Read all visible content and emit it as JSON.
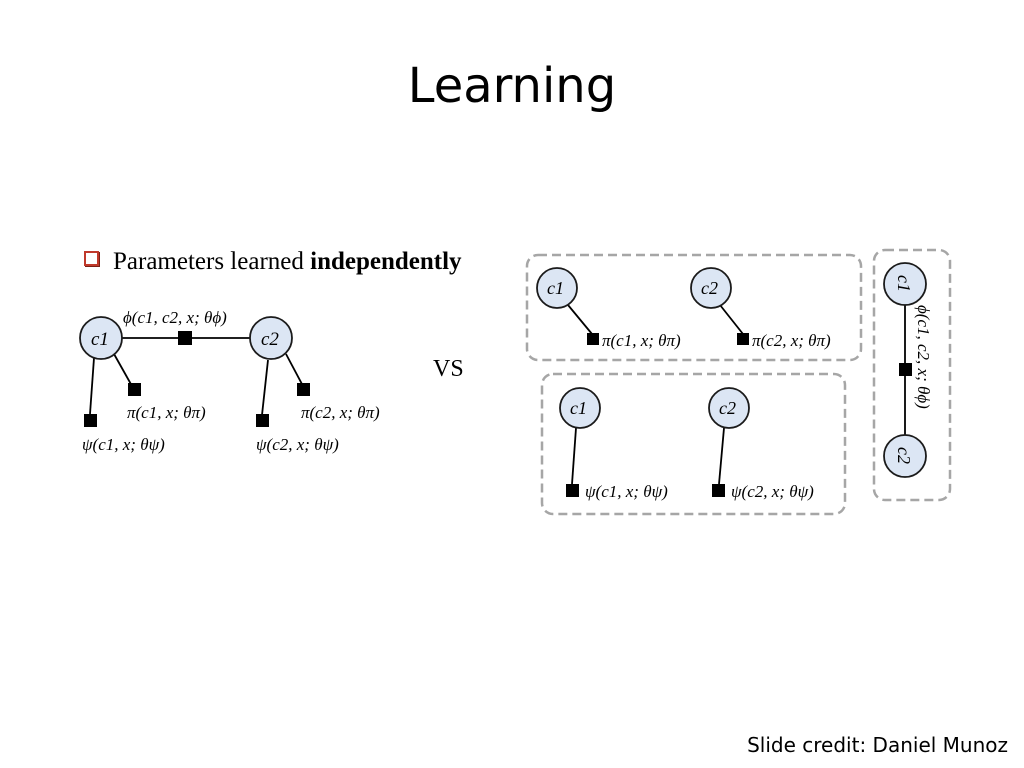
{
  "slide": {
    "title": "Learning",
    "bullet_prefix": "Parameters learned ",
    "bullet_emphasis": "independently",
    "vs": "VS",
    "credit": "Slide credit: Daniel Munoz"
  },
  "diagram": {
    "nodes": {
      "c1": "c1",
      "c2": "c2"
    },
    "factors": {
      "phi": "ϕ(c1, c2, x; θϕ)",
      "pi_c1": "π(c1, x; θπ)",
      "pi_c2": "π(c2, x; θπ)",
      "psi_c1": "ψ(c1, x; θψ)",
      "psi_c2": "ψ(c2, x; θψ)"
    }
  }
}
